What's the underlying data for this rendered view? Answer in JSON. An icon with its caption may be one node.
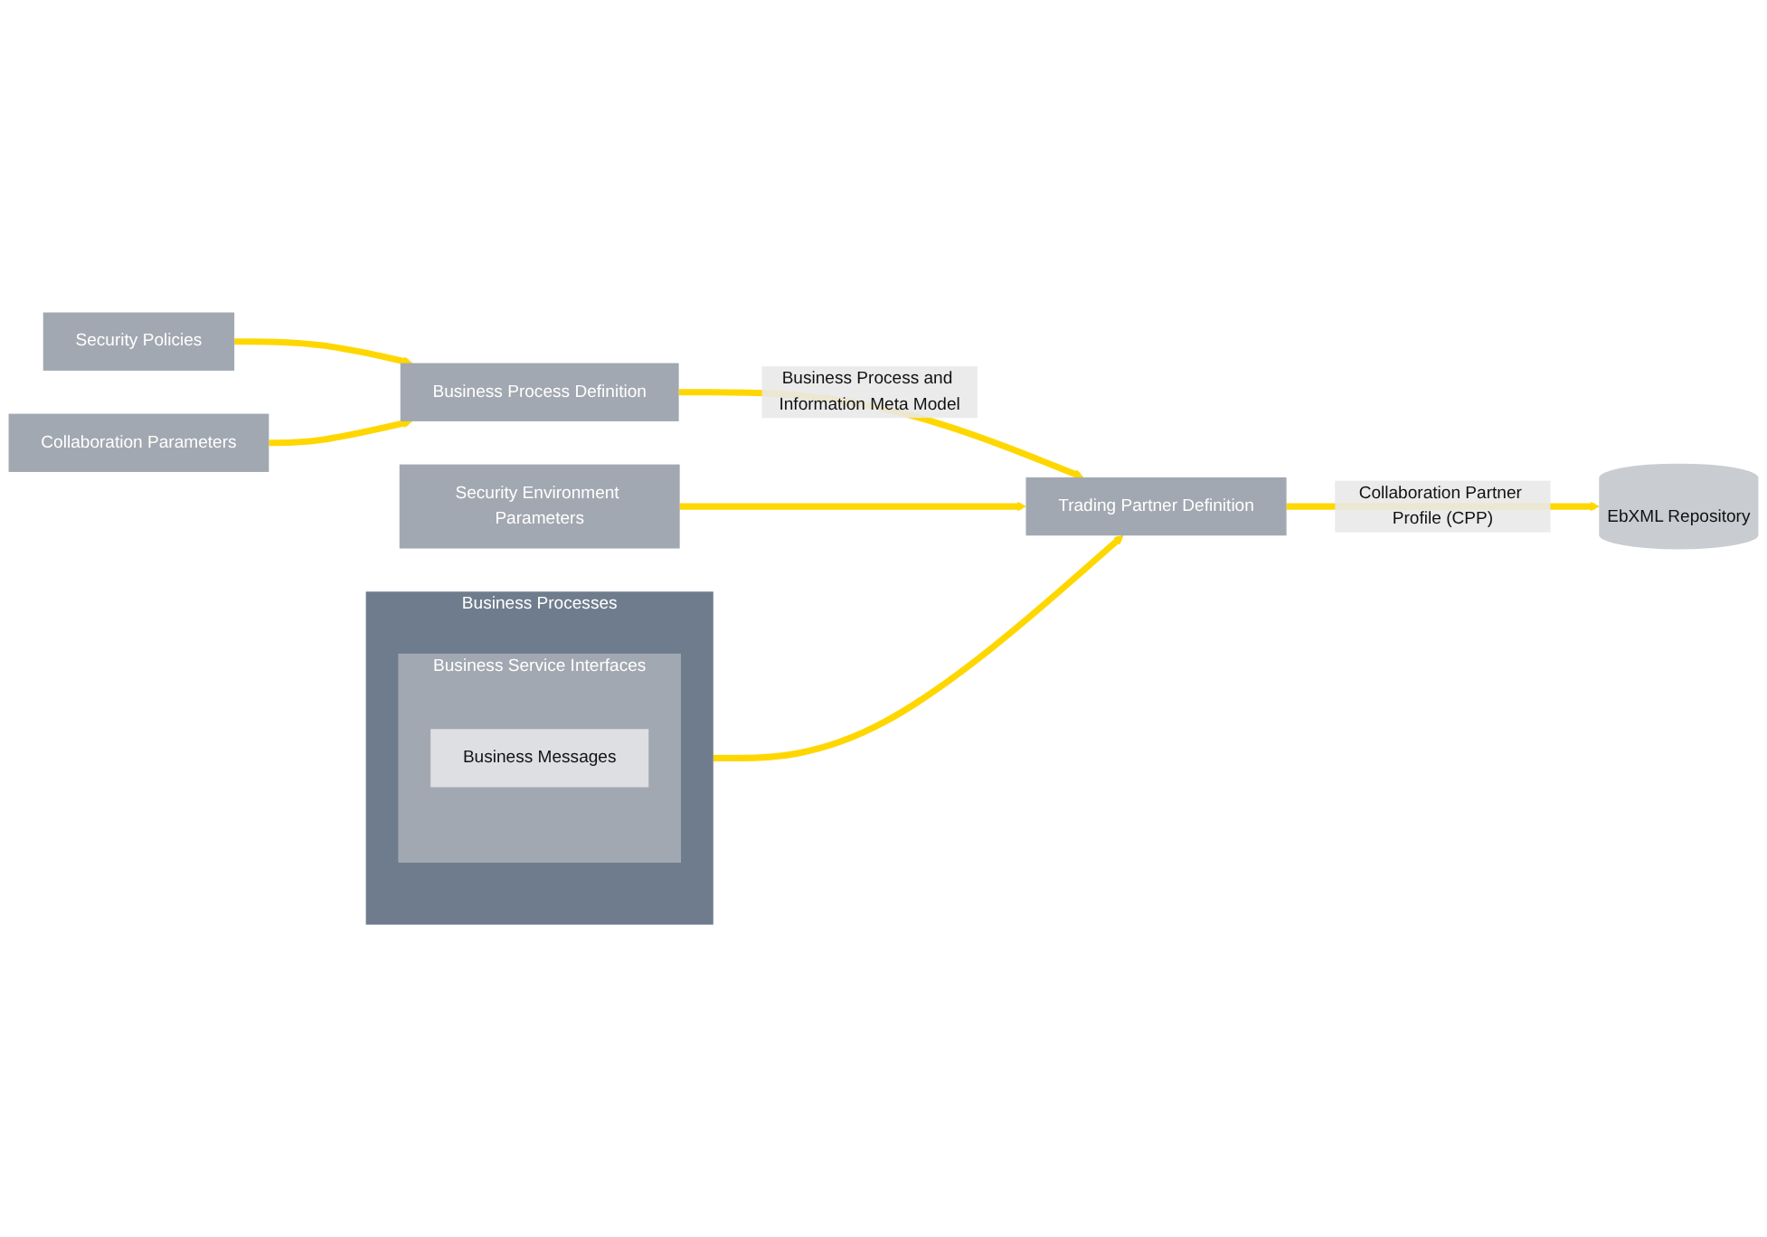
{
  "diagram": {
    "nodes": [
      {
        "text": [
          "Security Policies"
        ]
      },
      {
        "text": [
          "Collaboration Parameters"
        ]
      },
      {
        "text": [
          "Business Process Definition"
        ]
      },
      {
        "text": [
          "Security Environment Parameters"
        ]
      },
      {
        "text": [
          "Business Processes"
        ]
      },
      {
        "text": [
          "Business Service Interfaces"
        ],
        "in": 4
      },
      {
        "text": [
          "Business Messages"
        ],
        "in": 5
      },
      {
        "text": [
          "Trading Partner Definition"
        ]
      },
      {
        "text": [
          "EbXML Repository"
        ]
      }
    ],
    "edges": [
      {
        "from": 0,
        "to": 2,
        "arrow": "to"
      },
      {
        "from": 1,
        "to": 2,
        "arrow": "to"
      },
      {
        "from": 2,
        "to": 7,
        "arrow": "to",
        "label": "Business Process and Information Meta Model"
      },
      {
        "from": 3,
        "to": 7,
        "arrow": "to"
      },
      {
        "from": 4,
        "to": 7,
        "arrow": "to"
      },
      {
        "from": 7,
        "to": 8,
        "arrow": "to",
        "label": "Collaboration Partner Profile (CPP)"
      }
    ]
  }
}
